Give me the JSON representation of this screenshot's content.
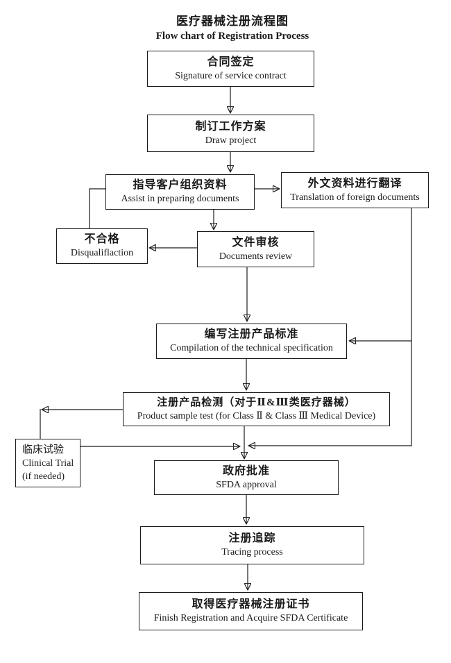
{
  "colors": {
    "ink": "#1a1a1a",
    "background": "#ffffff"
  },
  "title": {
    "zh": "医疗器械注册流程图",
    "en": "Flow chart of Registration Process"
  },
  "boxes": {
    "contract": {
      "zh": "合同签定",
      "en": "Signature of service contract"
    },
    "project": {
      "zh": "制订工作方案",
      "en": "Draw project"
    },
    "prepare_docs": {
      "zh": "指导客户组织资料",
      "en": "Assist in preparing documents"
    },
    "translation": {
      "zh": "外文资料进行翻译",
      "en": "Translation of foreign documents"
    },
    "disqualification": {
      "zh": "不合格",
      "en": "Disqualiflaction"
    },
    "review": {
      "zh": "文件审核",
      "en": "Documents review"
    },
    "specification": {
      "zh": "编写注册产品标准",
      "en": "Compilation of the technical specification"
    },
    "sample_test": {
      "zh": "注册产品检测（对于Ⅱ&Ⅲ类医疗器械）",
      "en": "Product sample test (for Class Ⅱ & Class Ⅲ Medical Device)"
    },
    "clinical_trial": {
      "zh": "临床试验",
      "en": "Clinical Trial",
      "note": "(if needed)"
    },
    "approval": {
      "zh": "政府批准",
      "en": "SFDA approval"
    },
    "tracing": {
      "zh": "注册追踪",
      "en": "Tracing process"
    },
    "certificate": {
      "zh": "取得医疗器械注册证书",
      "en": "Finish Registration and Acquire SFDA Certificate"
    }
  }
}
